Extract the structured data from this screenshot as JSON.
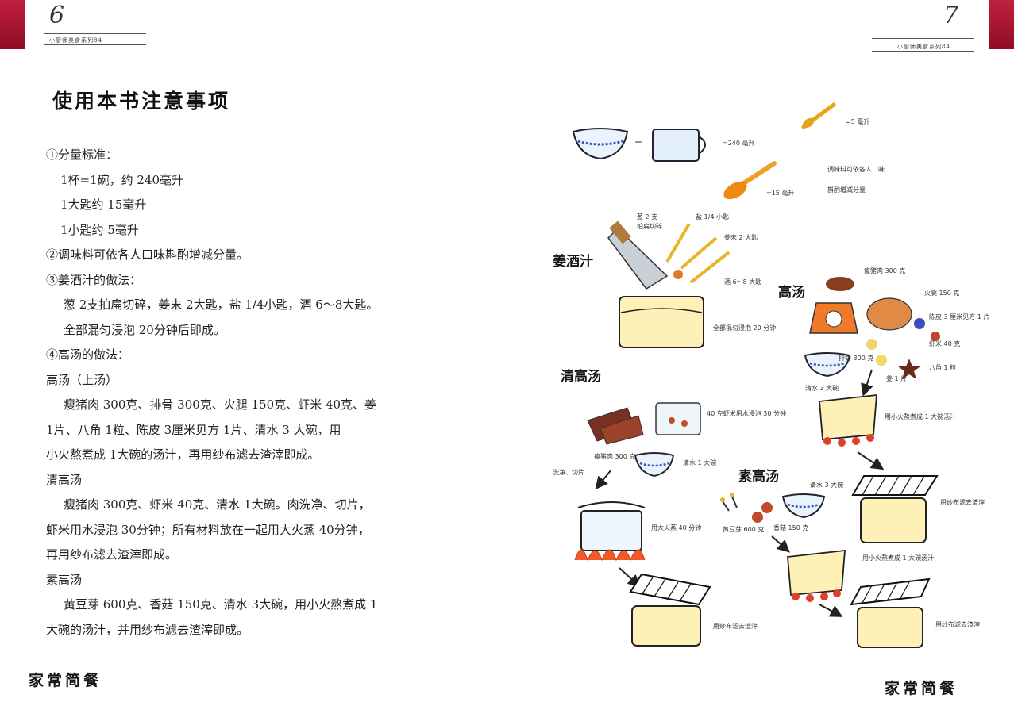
{
  "left_page": {
    "page_number": "6",
    "series": "小厨师美食系列84",
    "title": "使用本书注意事项",
    "lines": [
      "①分量标准：",
      "1杯=1碗，约 240毫升",
      "1大匙约 15毫升",
      "1小匙约 5毫升",
      "②调味料可依各人口味斟酌增减分量。",
      "③姜酒汁的做法：",
      "葱 2支拍扁切碎，姜末 2大匙，盐 1/4小匙，酒 6～8大匙。",
      "全部混匀浸泡 20分钟后即成。",
      "④高汤的做法：",
      "高汤（上汤）",
      "瘦猪肉 300克、排骨 300克、火腿 150克、虾米 40克、姜",
      "1片、八角 1粒、陈皮 3厘米见方 1片、清水 3 大碗，用",
      "小火熬煮成 1大碗的汤汁，再用纱布滤去渣滓即成。",
      "清高汤",
      "瘦猪肉 300克、虾米 40克、清水 1大碗。肉洗净、切片，",
      "虾米用水浸泡 30分钟；所有材料放在一起用大火蒸 40分钟，",
      "再用纱布滤去渣滓即成。",
      "素高汤",
      "黄豆芽 600克、香菇 150克、清水 3大碗，用小火熬煮成 1",
      "大碗的汤汁，并用纱布滤去渣滓即成。"
    ],
    "footer": "家常简餐"
  },
  "right_page": {
    "page_number": "7",
    "series": "小厨师美食系列84",
    "footer": "家常简餐",
    "measures": {
      "equals": "=",
      "cup": "=240 毫升",
      "tbsp": "=15 毫升",
      "tsp": "=5 毫升",
      "note_1": "调味料可依各人口味",
      "note_2": "斟酌增减分量"
    },
    "sections": {
      "ginger_wine": "姜酒汁",
      "stock": "高汤",
      "clear_stock": "清高汤",
      "veg_stock": "素高汤"
    },
    "illustration_labels": {
      "gw_scallion": "葱 2 支",
      "gw_chop": "拍扁切碎",
      "gw_salt": "盐 1/4 小匙",
      "gw_ginger": "姜末 2 大匙",
      "gw_wine": "酒 6～8 大匙",
      "gw_soak": "全部混匀浸泡 20 分钟",
      "st_pork": "瘦猪肉 300 克",
      "st_ham": "火腿 150 克",
      "st_peel": "陈皮 3 厘米见方 1 片",
      "st_shrimp": "虾米 40 克",
      "st_ribs": "排骨 300 克",
      "st_anise": "八角 1 粒",
      "st_ginger": "姜 1 片",
      "st_water": "清水 3 大碗",
      "st_simmer": "用小火熬煮成 1 大碗汤汁",
      "st_filter": "用纱布滤去渣滓",
      "cs_soak": "40 克虾米用水浸泡 30 分钟",
      "cs_pork": "瘦猪肉 300 克",
      "cs_wash": "洗净、切片",
      "cs_water": "清水 1 大碗",
      "cs_steam": "用大火蒸 40 分钟",
      "cs_filter": "用纱布滤去渣滓",
      "vs_water": "清水 3 大碗",
      "vs_sprouts": "黄豆芽 600 克",
      "vs_mush": "香菇 150 克",
      "vs_simmer": "用小火熬煮成 1 大碗汤汁",
      "vs_filter": "用纱布滤去渣滓"
    }
  }
}
